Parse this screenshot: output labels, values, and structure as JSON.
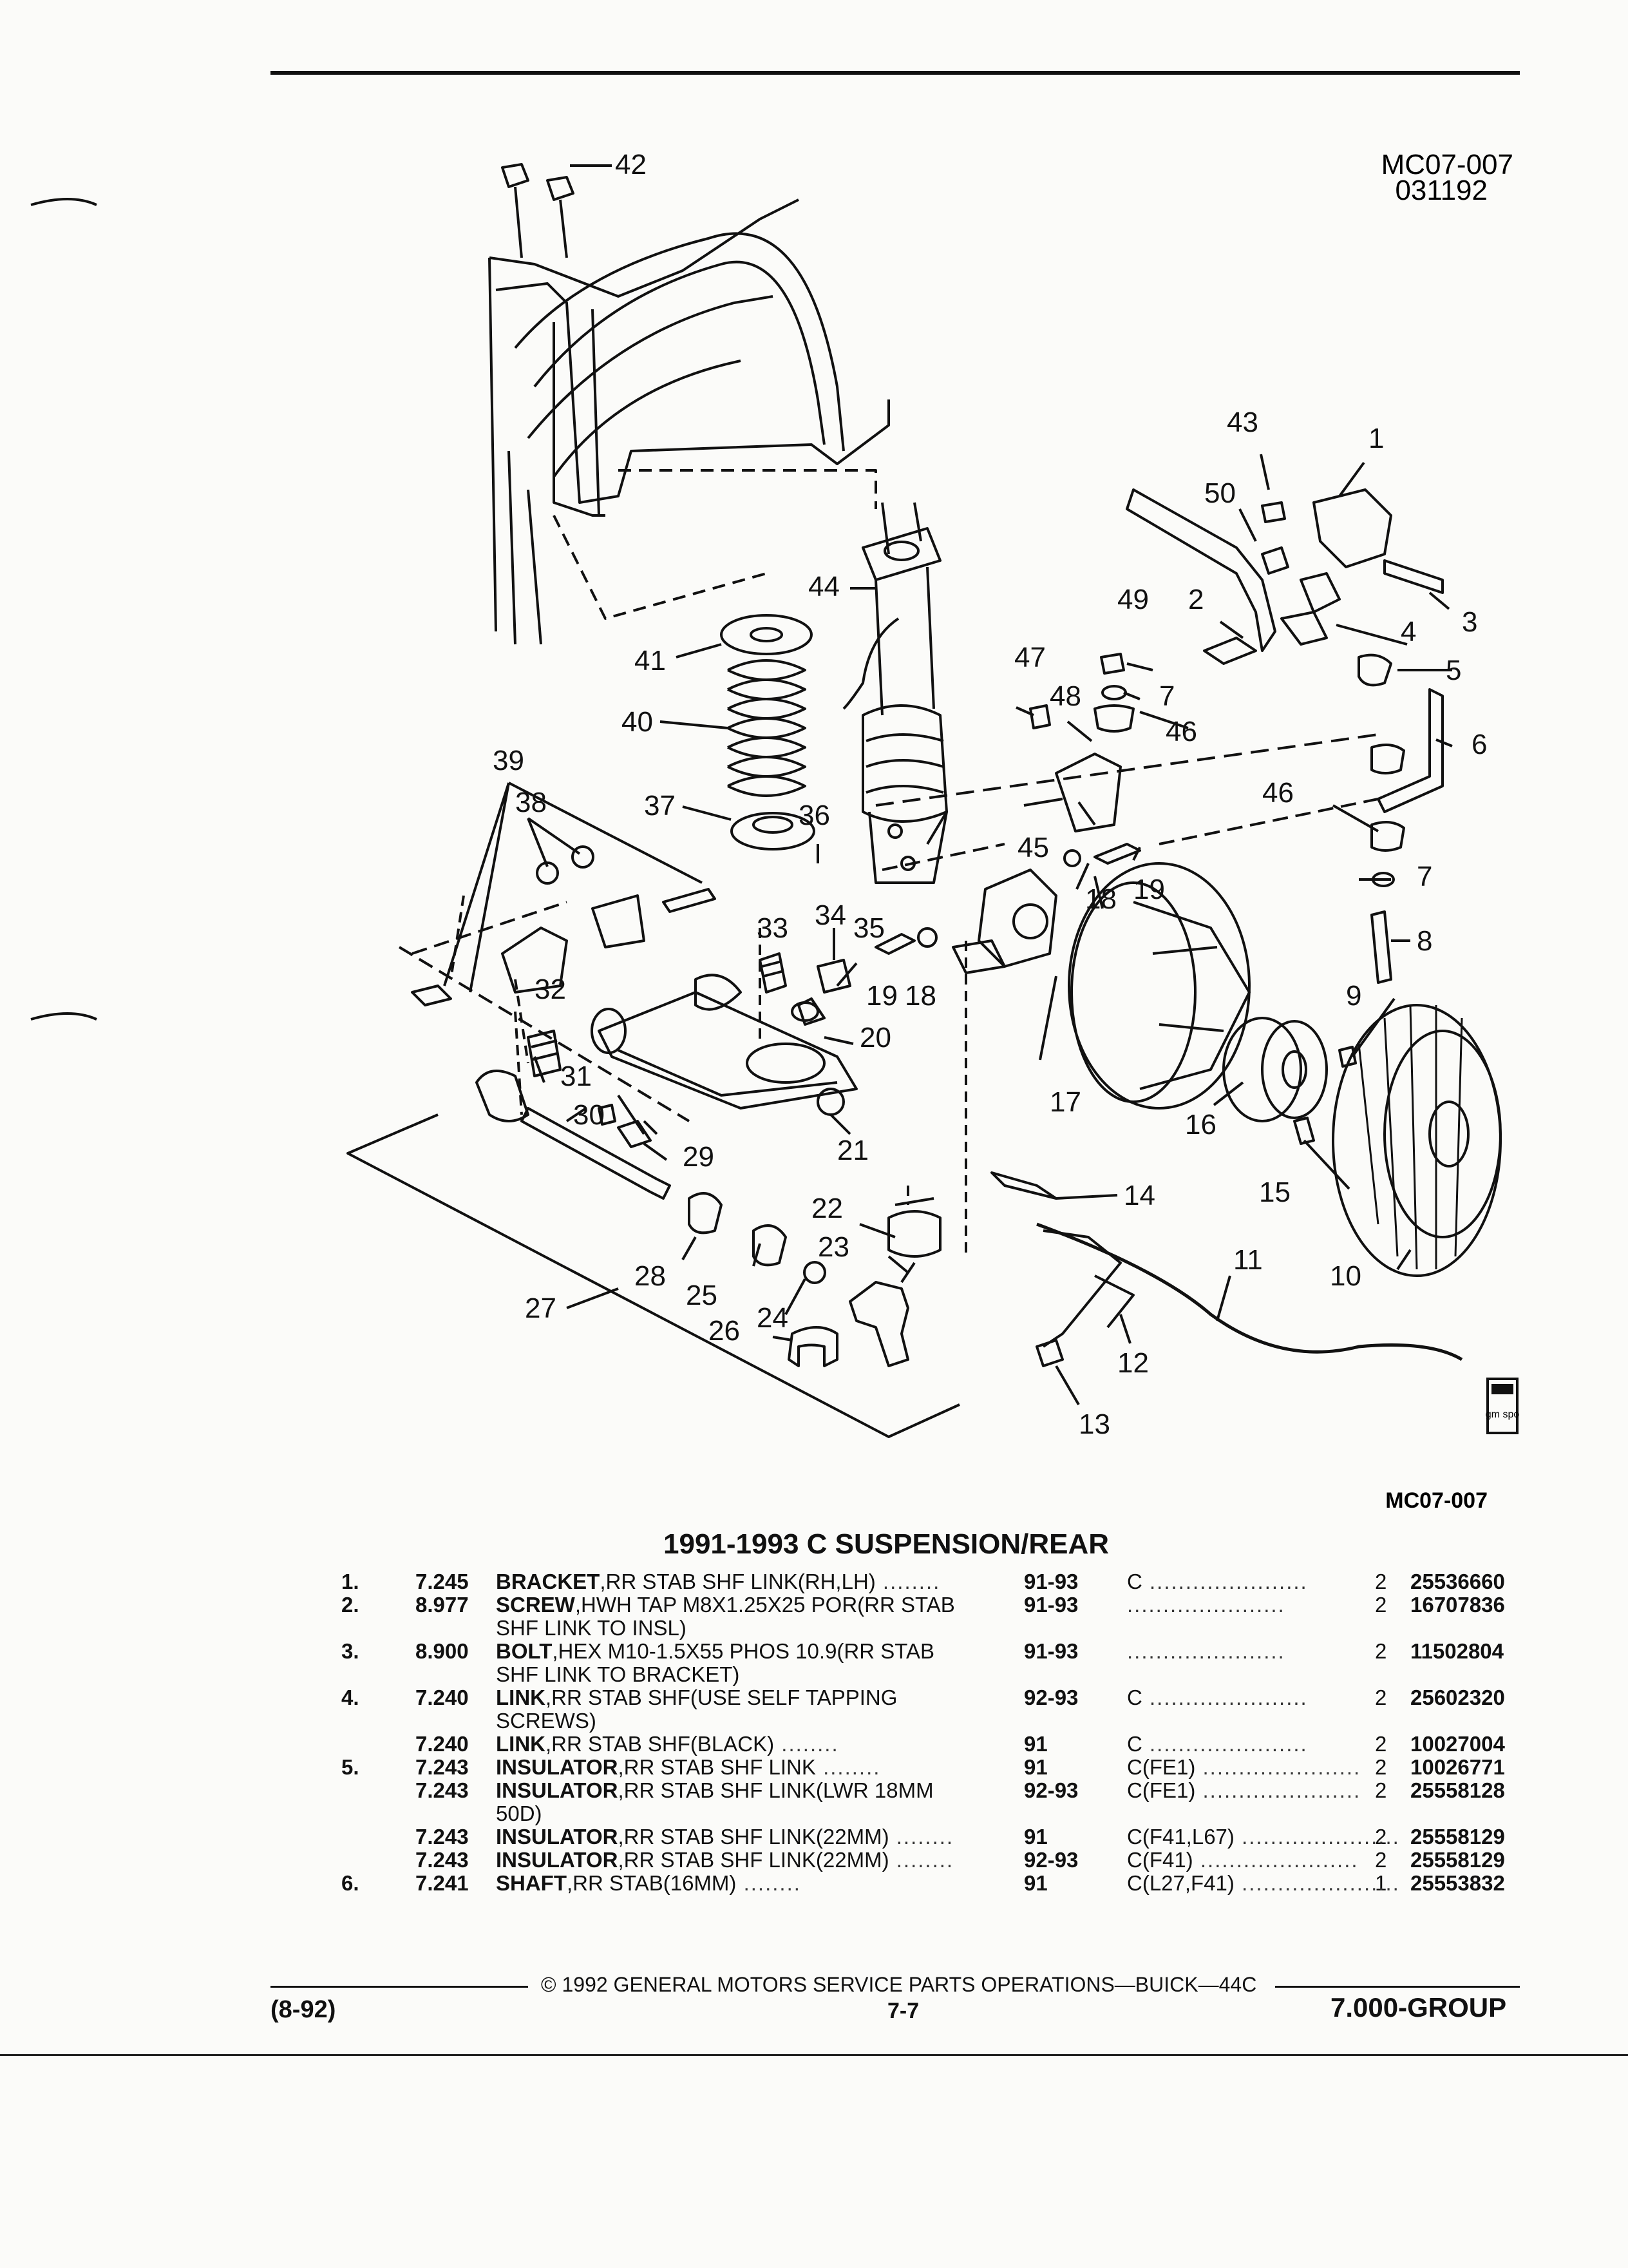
{
  "header": {
    "figure_id": "MC07-007",
    "figure_date": "031192"
  },
  "diagram": {
    "callouts": [
      "1",
      "2",
      "3",
      "4",
      "5",
      "6",
      "7",
      "8",
      "9",
      "10",
      "11",
      "12",
      "13",
      "14",
      "15",
      "16",
      "17",
      "18",
      "19",
      "20",
      "21",
      "22",
      "23",
      "24",
      "25",
      "26",
      "27",
      "28",
      "29",
      "30",
      "31",
      "32",
      "33",
      "34",
      "35",
      "36",
      "37",
      "38",
      "39",
      "40",
      "41",
      "42",
      "43",
      "44",
      "45",
      "46",
      "47",
      "48",
      "49",
      "50"
    ],
    "extra_labels": [
      "7",
      "18",
      "19",
      "46"
    ],
    "figure_id_bottom": "MC07-007",
    "logo_text": "gm spo"
  },
  "parts_list": {
    "title": "1991-1993 C SUSPENSION/REAR",
    "rows": [
      {
        "num": "1.",
        "group": "7.245",
        "name": "BRACKET",
        "detail": ",RR STAB SHF LINK(RH,LH)",
        "years": "91-93",
        "apply": "C",
        "qty": "2",
        "part": "25536660",
        "cont": ""
      },
      {
        "num": "2.",
        "group": "8.977",
        "name": "SCREW",
        "detail": ",HWH TAP M8X1.25X25 POR(RR STAB",
        "years": "91-93",
        "apply": "",
        "qty": "2",
        "part": "16707836",
        "cont": "SHF LINK TO INSL)"
      },
      {
        "num": "3.",
        "group": "8.900",
        "name": "BOLT",
        "detail": ",HEX M10-1.5X55 PHOS 10.9(RR STAB",
        "years": "91-93",
        "apply": "",
        "qty": "2",
        "part": "11502804",
        "cont": "SHF LINK TO BRACKET)"
      },
      {
        "num": "4.",
        "group": "7.240",
        "name": "LINK",
        "detail": ",RR STAB SHF(USE SELF TAPPING",
        "years": "92-93",
        "apply": "C",
        "qty": "2",
        "part": "25602320",
        "cont": "SCREWS)"
      },
      {
        "num": "",
        "group": "7.240",
        "name": "LINK",
        "detail": ",RR STAB SHF(BLACK)",
        "years": "91",
        "apply": "C",
        "qty": "2",
        "part": "10027004",
        "cont": ""
      },
      {
        "num": "5.",
        "group": "7.243",
        "name": "INSULATOR",
        "detail": ",RR STAB SHF LINK",
        "years": "91",
        "apply": "C(FE1)",
        "qty": "2",
        "part": "10026771",
        "cont": ""
      },
      {
        "num": "",
        "group": "7.243",
        "name": "INSULATOR",
        "detail": ",RR STAB SHF LINK(LWR 18MM",
        "years": "92-93",
        "apply": "C(FE1)",
        "qty": "2",
        "part": "25558128",
        "cont": "50D)"
      },
      {
        "num": "",
        "group": "7.243",
        "name": "INSULATOR",
        "detail": ",RR STAB SHF LINK(22MM)",
        "years": "91",
        "apply": "C(F41,L67)",
        "qty": "2",
        "part": "25558129",
        "cont": ""
      },
      {
        "num": "",
        "group": "7.243",
        "name": "INSULATOR",
        "detail": ",RR STAB SHF LINK(22MM)",
        "years": "92-93",
        "apply": "C(F41)",
        "qty": "2",
        "part": "25558129",
        "cont": ""
      },
      {
        "num": "6.",
        "group": "7.241",
        "name": "SHAFT",
        "detail": ",RR STAB(16MM)",
        "years": "91",
        "apply": "C(L27,F41)",
        "qty": "1",
        "part": "25553832",
        "cont": ""
      }
    ]
  },
  "footer": {
    "copyright": "© 1992 GENERAL MOTORS SERVICE PARTS OPERATIONS—BUICK—44C",
    "date_code": "(8-92)",
    "page": "7-7",
    "group": "7.000-GROUP"
  }
}
